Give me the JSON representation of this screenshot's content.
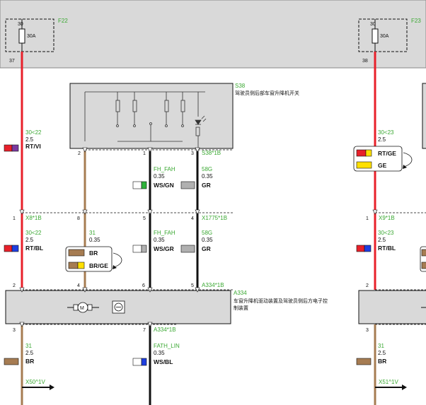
{
  "fuses": {
    "f22": {
      "id": "F22",
      "top_pin": "30",
      "rating": "30A",
      "bottom_pin": "37"
    },
    "f23": {
      "id": "F23",
      "top_pin": "30",
      "rating": "30A",
      "bottom_pin": "38"
    }
  },
  "s38": {
    "id": "S38",
    "desc": "驾驶员侧后部车窗升降机开关",
    "pin_left": "2",
    "pin_mid": "1",
    "pin_right": "3",
    "conn": "S38*1B"
  },
  "a334": {
    "id": "A334",
    "desc_line1": "车窗升降机驱动装置及驾驶员侧后方电子控",
    "desc_line2": "制装置",
    "pin_top_1": "2",
    "pin_top_2": "4",
    "pin_top_3": "6",
    "pin_top_4": "5",
    "conn_top": "A334*1B",
    "pin_bot_1": "3",
    "pin_bot_2": "7",
    "conn_bot": "A334*1B"
  },
  "wires": {
    "w1_upper": {
      "code": "30<22",
      "size": "2.5",
      "color": "RT/VI"
    },
    "w1_lower": {
      "code": "30<22",
      "size": "2.5",
      "color": "RT/BL"
    },
    "w2_lower": {
      "code": "31",
      "size": "0.35",
      "color1": "BR",
      "color2": "BR/GE"
    },
    "w3_upper": {
      "code": "FH_FAH",
      "size": "0.35",
      "color": "WS/GN"
    },
    "w3_lower": {
      "code": "FH_FAH",
      "size": "0.35",
      "color": "WS/GR"
    },
    "w4_upper": {
      "code": "58G",
      "size": "0.35",
      "color": "GR"
    },
    "w4_lower": {
      "code": "58G",
      "size": "0.35",
      "color": "GR"
    },
    "w5_bottom": {
      "code": "31",
      "size": "2.5",
      "color": "BR"
    },
    "w6_bottom": {
      "code": "FATH_LIN",
      "size": "0.35",
      "color": "WS/BL"
    },
    "r1_upper": {
      "code": "30<23",
      "size": "2.5",
      "color1": "RT/GE",
      "color2": "GE"
    },
    "r1_lower": {
      "code": "30<23",
      "size": "2.5",
      "color": "RT/BL"
    },
    "r_bottom": {
      "code": "31",
      "size": "2.5",
      "color": "BR"
    }
  },
  "connectors": {
    "x8": {
      "pin": "1",
      "label": "X8*1B"
    },
    "x1775": {
      "pin_1": "8",
      "pin_2": "5",
      "pin_3": "4",
      "label": "X1775*1B"
    },
    "x9": {
      "pin": "1",
      "label": "X9*1B"
    },
    "right_a_pin": "2",
    "right_b_pin": "3"
  },
  "grounds": {
    "x50": "X50^1V",
    "x51": "X51^1V"
  },
  "colors": {
    "red_wire": "#e8202a",
    "brown_wire": "#a67c52",
    "black_wire": "#111111",
    "label_green": "#3aa832",
    "box_gray": "#d9d9d9"
  }
}
